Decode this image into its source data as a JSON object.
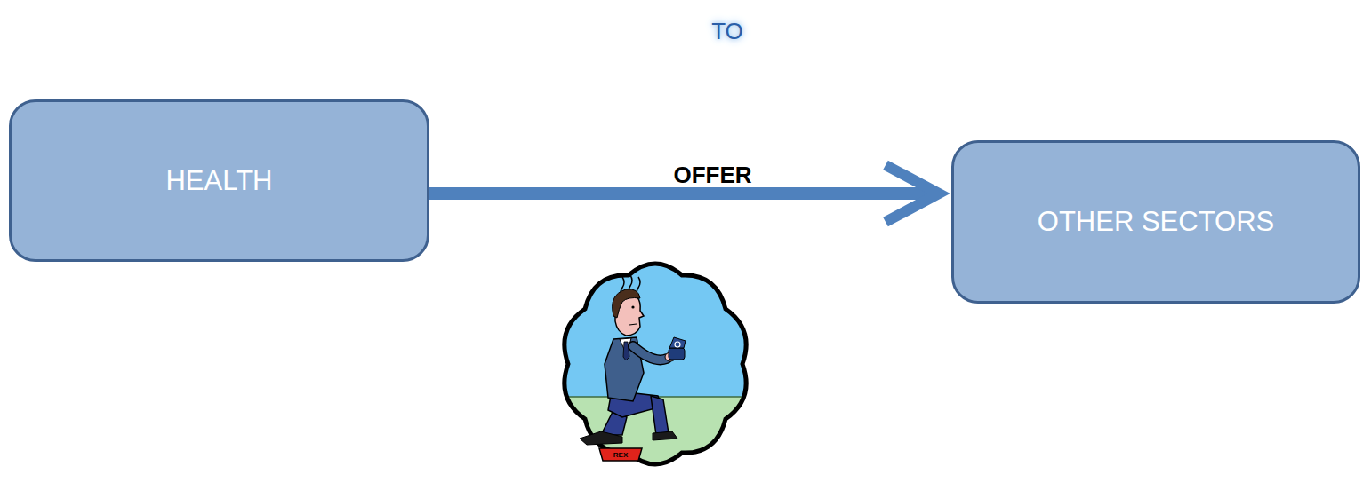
{
  "diagram": {
    "nodes": [
      {
        "text": [
          "HEALTH"
        ]
      },
      {
        "text": [
          "OTHER SECTORS"
        ]
      }
    ],
    "edges": [
      {
        "from": 0,
        "to": 1,
        "label": "OFFER",
        "arrow": "to"
      }
    ],
    "labels": [
      "TO",
      "REX"
    ]
  }
}
